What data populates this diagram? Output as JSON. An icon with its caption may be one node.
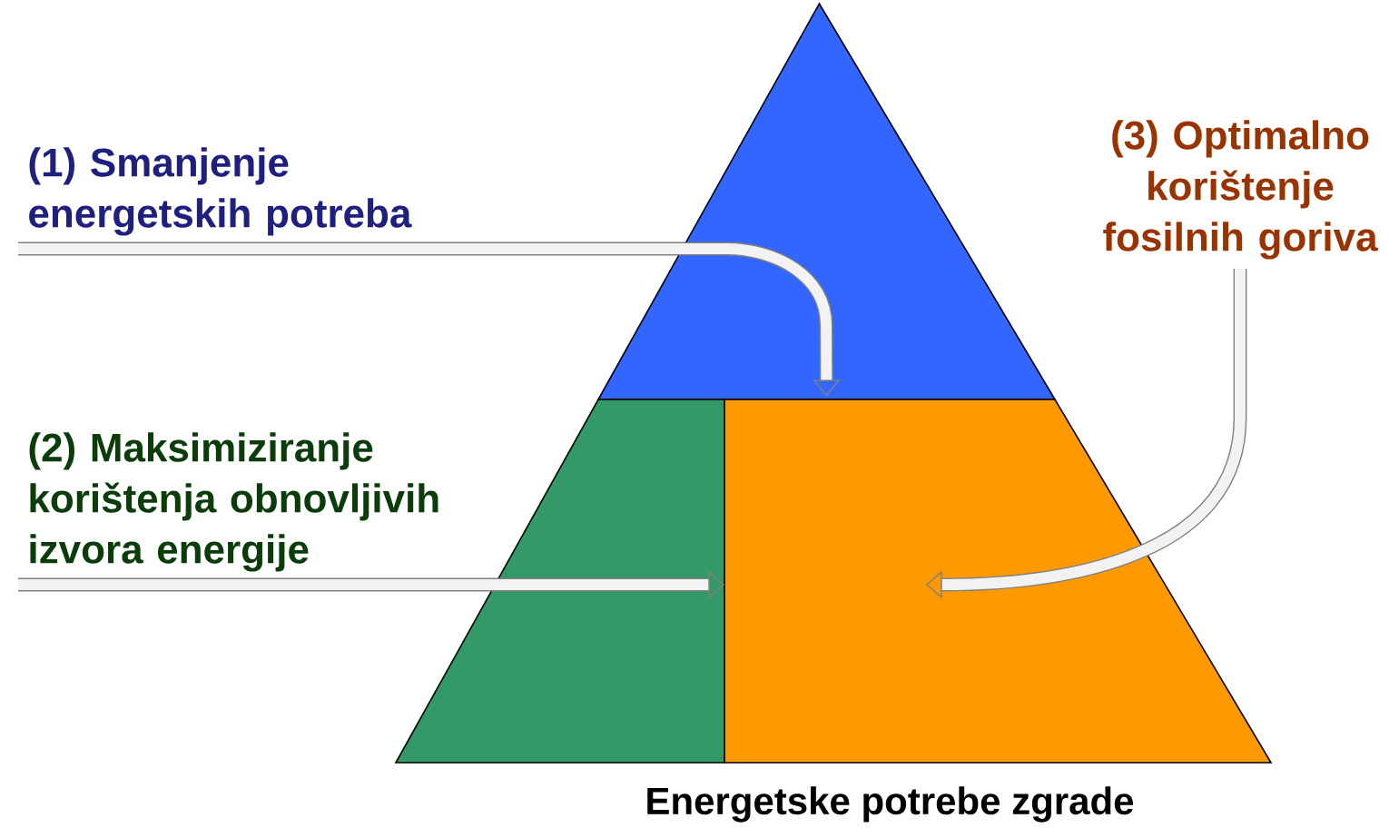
{
  "diagram": {
    "caption": "Energetske potrebe zgrade",
    "nodes": [
      {
        "text": [
          "(1) Smanjenje energetskih potreba"
        ]
      },
      {
        "text": [
          "(3) Optimalno korištenje fosilnih goriva"
        ]
      },
      {
        "text": [],
        "shape": "triangle"
      },
      {
        "text": [
          "(2) Maksimiziranje korištenja obnovljivih izvora energije"
        ]
      },
      {
        "text": [],
        "shape": "trapezoid"
      },
      {
        "text": [],
        "shape": "trapezoid"
      }
    ],
    "edges": [
      {
        "from": 0,
        "to": 2,
        "arrow": "to"
      },
      {
        "from": 3,
        "to": 4,
        "arrow": "to"
      },
      {
        "from": 1,
        "to": 5,
        "arrow": "to"
      }
    ]
  }
}
